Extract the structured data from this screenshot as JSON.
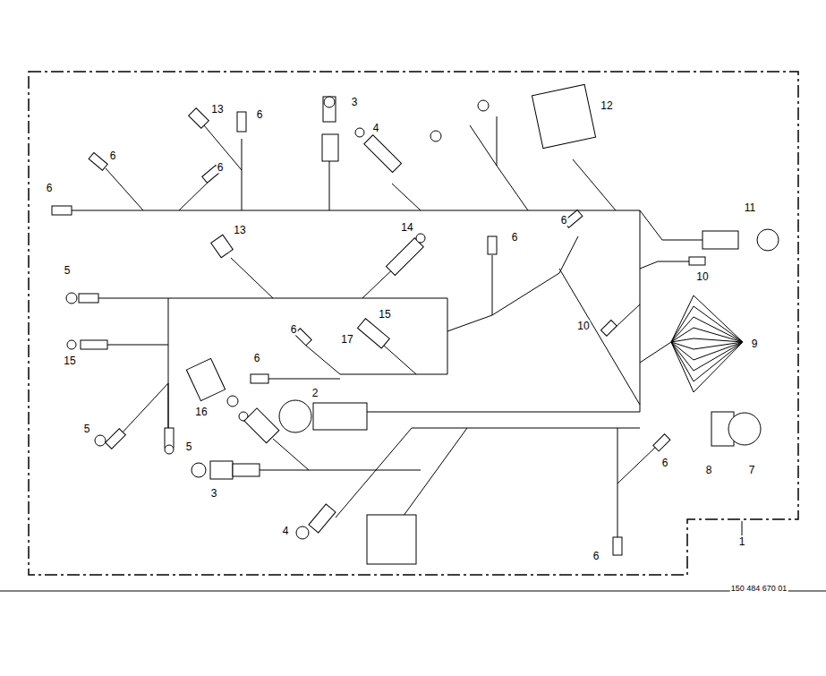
{
  "diagram": {
    "labels": [
      "13",
      "6",
      "3",
      "12",
      "4",
      "6",
      "6",
      "6",
      "11",
      "13",
      "14",
      "6",
      "6",
      "10",
      "5",
      "15",
      "17",
      "10",
      "9",
      "15",
      "6",
      "6",
      "16",
      "2",
      "5",
      "5",
      "8",
      "7",
      "3",
      "6",
      "1",
      "4",
      "6",
      "150 484 670 01"
    ]
  }
}
